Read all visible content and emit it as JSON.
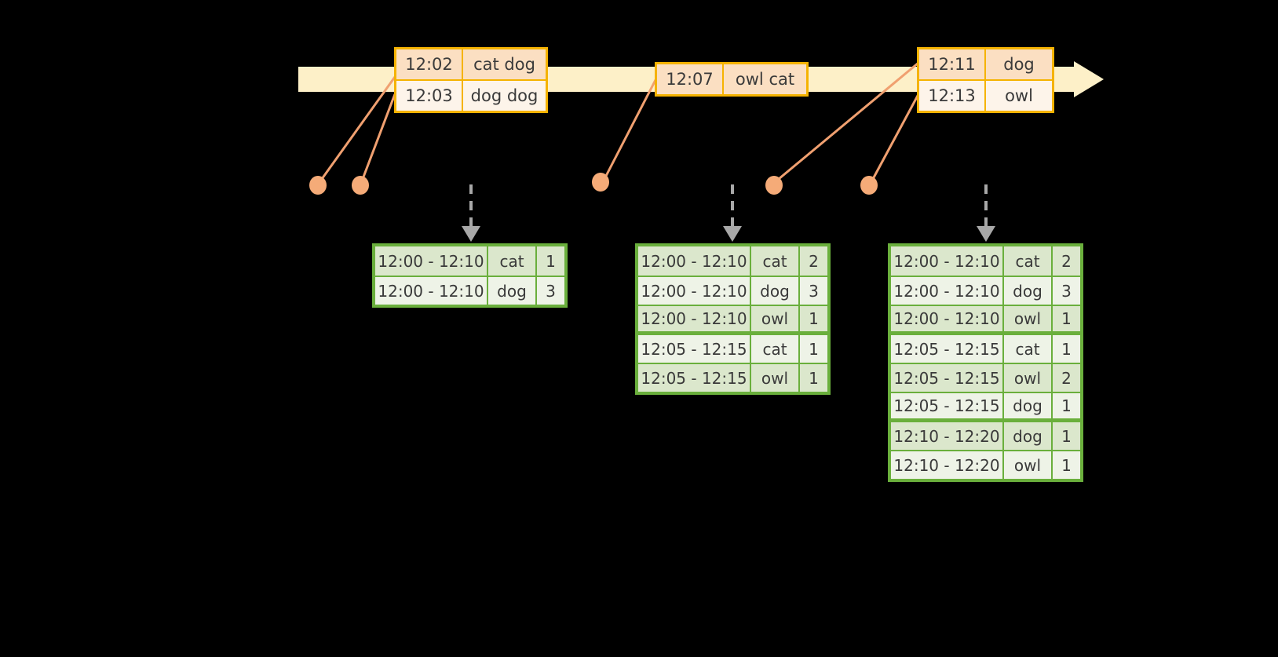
{
  "timeline": {
    "name": "event-stream-timeline",
    "arrow_direction": "right",
    "band_color": "#fdf0c8",
    "accent_color": "#f5b301"
  },
  "events": [
    {
      "id": "event-box-1",
      "rows": [
        {
          "time": "12:02",
          "words": "cat dog"
        },
        {
          "time": "12:03",
          "words": "dog dog"
        }
      ]
    },
    {
      "id": "event-box-2",
      "rows": [
        {
          "time": "12:07",
          "words": "owl cat"
        }
      ]
    },
    {
      "id": "event-box-3",
      "rows": [
        {
          "time": "12:11",
          "words": "dog"
        },
        {
          "time": "12:13",
          "words": "owl"
        }
      ]
    }
  ],
  "dots": [
    {
      "name": "trigger-dot-1"
    },
    {
      "name": "trigger-dot-2"
    },
    {
      "name": "trigger-dot-3"
    },
    {
      "name": "trigger-dot-4"
    },
    {
      "name": "trigger-dot-5"
    }
  ],
  "tables": [
    {
      "id": "table-1",
      "name": "result-table-after-first-events",
      "rows": [
        {
          "window": "12:00 - 12:10",
          "word": "cat",
          "count": "1"
        },
        {
          "window": "12:00 - 12:10",
          "word": "dog",
          "count": "3"
        }
      ]
    },
    {
      "id": "table-2",
      "name": "result-table-after-second-event",
      "rows": [
        {
          "window": "12:00 - 12:10",
          "word": "cat",
          "count": "2"
        },
        {
          "window": "12:00 - 12:10",
          "word": "dog",
          "count": "3"
        },
        {
          "window": "12:00 - 12:10",
          "word": "owl",
          "count": "1"
        },
        {
          "window": "12:05 - 12:15",
          "word": "cat",
          "count": "1"
        },
        {
          "window": "12:05 - 12:15",
          "word": "owl",
          "count": "1"
        }
      ]
    },
    {
      "id": "table-3",
      "name": "result-table-after-third-events",
      "rows": [
        {
          "window": "12:00 - 12:10",
          "word": "cat",
          "count": "2"
        },
        {
          "window": "12:00 - 12:10",
          "word": "dog",
          "count": "3"
        },
        {
          "window": "12:00 - 12:10",
          "word": "owl",
          "count": "1"
        },
        {
          "window": "12:05 - 12:15",
          "word": "cat",
          "count": "1"
        },
        {
          "window": "12:05 - 12:15",
          "word": "owl",
          "count": "2"
        },
        {
          "window": "12:05 - 12:15",
          "word": "dog",
          "count": "1"
        },
        {
          "window": "12:10 - 12:20",
          "word": "dog",
          "count": "1"
        },
        {
          "window": "12:10 - 12:20",
          "word": "owl",
          "count": "1"
        }
      ]
    }
  ],
  "colors": {
    "background": "#000000",
    "timeline_fill": "#fdf0c8",
    "event_border": "#f5b301",
    "event_fill_light": "#fdf4ea",
    "event_fill_shade": "#fbdfc2",
    "dot": "#f5ab78",
    "connector_line": "#f0a070",
    "table_border": "#6aaf3c",
    "table_fill_light": "#eef3e7",
    "table_fill_shade": "#dbe7cc",
    "dashed_arrow": "#a8a8a8"
  }
}
